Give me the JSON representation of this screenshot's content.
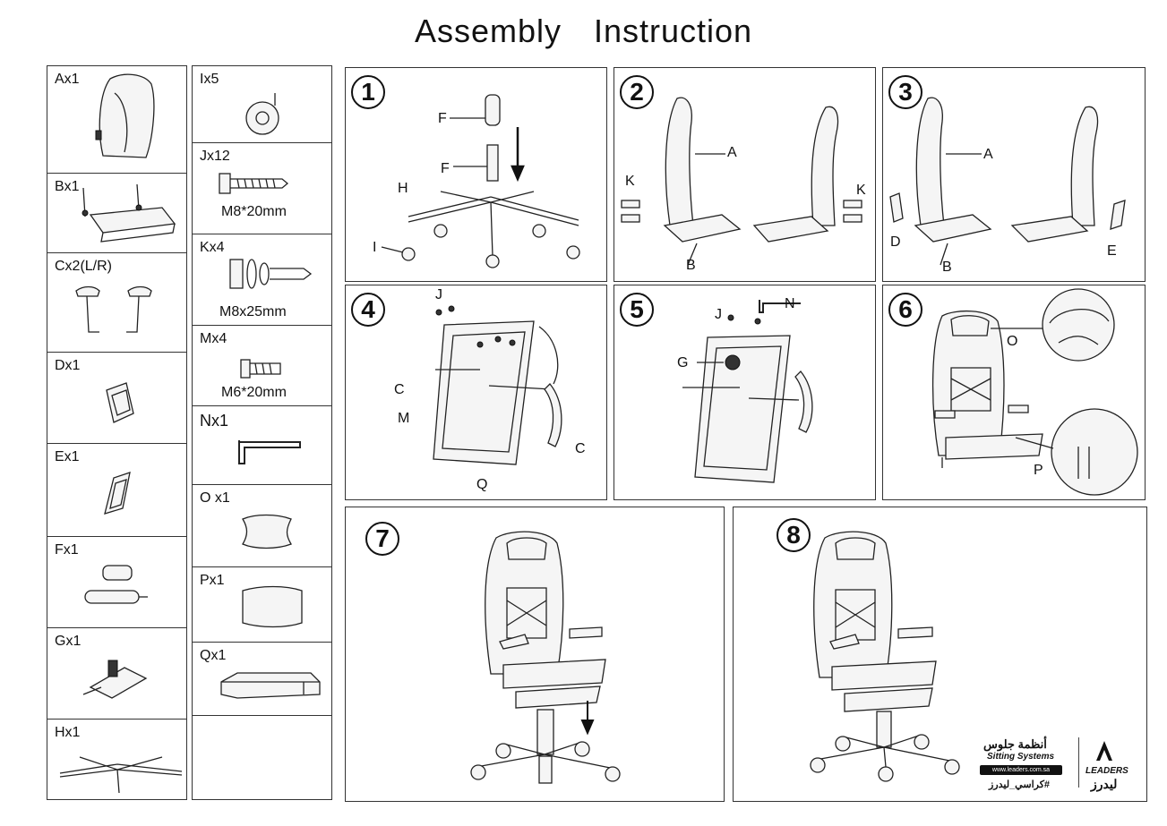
{
  "title": {
    "word1": "Assembly",
    "word2": "Instruction"
  },
  "parts_col1": [
    {
      "label": "Ax1",
      "icon": "backrest-icon"
    },
    {
      "label": "Bx1",
      "icon": "seat-icon"
    },
    {
      "label": "Cx2(L/R)",
      "icon": "armrest-icon"
    },
    {
      "label": "Dx1",
      "icon": "cover-d-icon"
    },
    {
      "label": "Ex1",
      "icon": "cover-e-icon"
    },
    {
      "label": "Fx1",
      "icon": "gas-lift-icon"
    },
    {
      "label": "Gx1",
      "icon": "mechanism-icon"
    },
    {
      "label": "Hx1",
      "icon": "base-icon"
    }
  ],
  "parts_col2": [
    {
      "label": "Ix5",
      "icon": "caster-icon"
    },
    {
      "label": "Jx12",
      "icon": "bolt-j-icon",
      "spec": "M8*20mm"
    },
    {
      "label": "Kx4",
      "icon": "bolt-k-icon",
      "spec": "M8x25mm"
    },
    {
      "label": "Mx4",
      "icon": "bolt-m-icon",
      "spec": "M6*20mm"
    },
    {
      "label": "Nx1",
      "icon": "allen-key-icon"
    },
    {
      "label": "O x1",
      "icon": "headrest-pillow-icon"
    },
    {
      "label": "Px1",
      "icon": "lumbar-pillow-icon"
    },
    {
      "label": "Qx1",
      "icon": "cushion-icon"
    },
    {
      "label": "",
      "icon": ""
    }
  ],
  "steps": [
    {
      "num": "1",
      "callouts": [
        "F",
        "F",
        "H",
        "I"
      ]
    },
    {
      "num": "2",
      "callouts": [
        "A",
        "K",
        "K",
        "B"
      ]
    },
    {
      "num": "3",
      "callouts": [
        "A",
        "D",
        "B",
        "E"
      ]
    },
    {
      "num": "4",
      "callouts": [
        "J",
        "C",
        "M",
        "C",
        "Q"
      ]
    },
    {
      "num": "5",
      "callouts": [
        "J",
        "N",
        "G"
      ]
    },
    {
      "num": "6",
      "callouts": [
        "O",
        "P"
      ]
    },
    {
      "num": "7",
      "callouts": []
    },
    {
      "num": "8",
      "callouts": []
    }
  ],
  "logo": {
    "arabic_name": "أنظمة جلوس",
    "english_name": "Sitting Systems",
    "url": "www.leaders.com.sa",
    "hashtag": "#كراسي_ليدرز",
    "brand": "LEADERS",
    "brand_ar": "ليدرز"
  }
}
